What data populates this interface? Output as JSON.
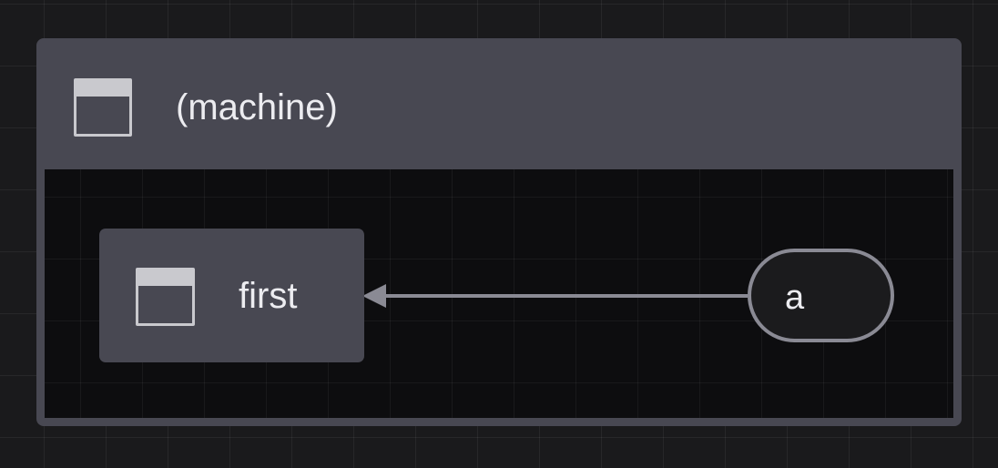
{
  "machine": {
    "title": "(machine)",
    "icon": "state-node-icon"
  },
  "states": [
    {
      "label": "first",
      "icon": "state-node-icon"
    }
  ],
  "events": [
    {
      "label": "a"
    }
  ],
  "colors": {
    "canvas": "#1a1a1c",
    "node_fill": "#484852",
    "inner_fill": "#0d0d0f",
    "edge": "#8a8a94",
    "text": "#ececf0"
  }
}
